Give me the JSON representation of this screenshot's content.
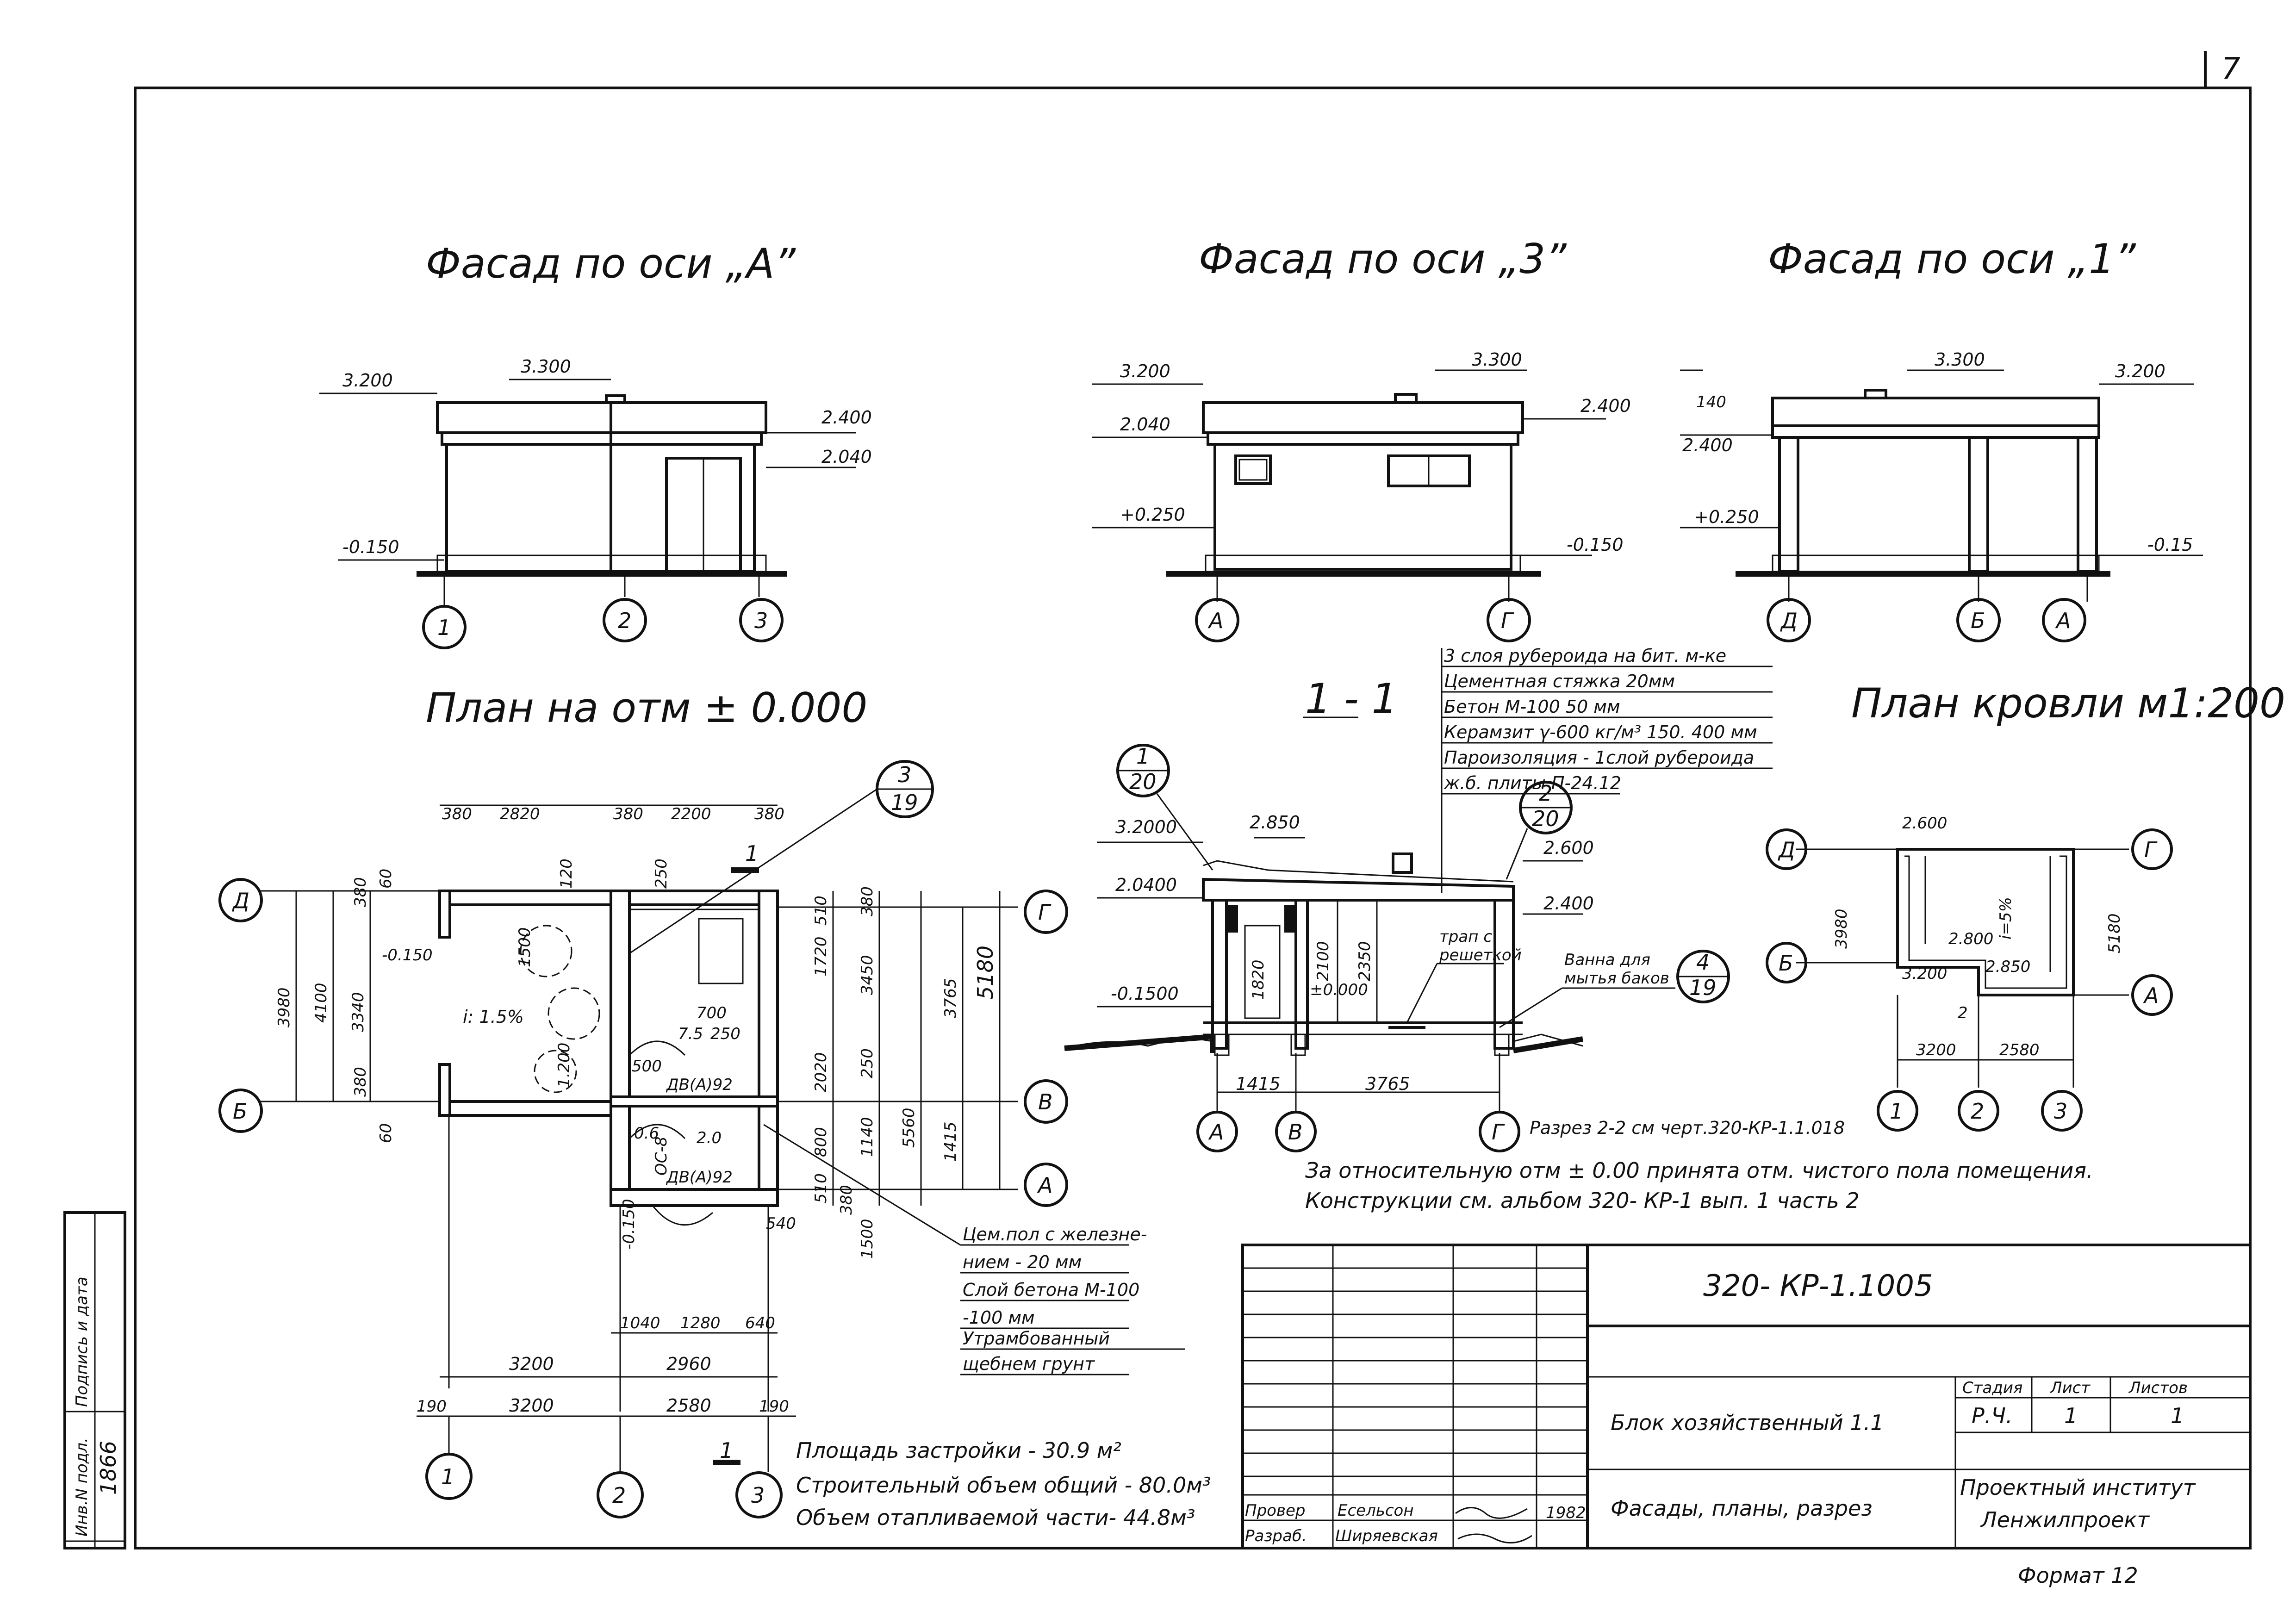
{
  "sheet": {
    "sheet_no": "7",
    "format": "Формат 12"
  },
  "facades": [
    {
      "title": "Фасад по оси „А”",
      "marks": [
        "3.200",
        "3.300",
        "2.400",
        "2.040",
        "-0.150"
      ],
      "axes": [
        "1",
        "2",
        "3"
      ]
    },
    {
      "title": "Фасад по оси „3”",
      "marks": [
        "3.200",
        "2.040",
        "+0.250",
        "3.300",
        "2.400",
        "-0.150"
      ],
      "axes": [
        "А",
        "Г"
      ]
    },
    {
      "title": "Фасад по оси „1”",
      "marks": [
        "140",
        "2.400",
        "+0.250",
        "3.300",
        "3.200",
        "-0.15"
      ],
      "axes": [
        "Д",
        "Б",
        "А"
      ]
    }
  ],
  "plan": {
    "title": "План на отм ± 0.000",
    "top_dims": [
      "380",
      "2820",
      "380",
      "2200",
      "380"
    ],
    "left_dims": [
      "3980",
      "4100",
      "3340",
      "380",
      "60",
      "380",
      "60"
    ],
    "right_dims": [
      "3765",
      "5180",
      "5560",
      "3450",
      "1415",
      "1720",
      "2020",
      "250",
      "1140",
      "1500",
      "380",
      "510",
      "380",
      "540",
      "800",
      "510"
    ],
    "bottom_dims": [
      "1040",
      "1280",
      "640",
      "3200",
      "2960",
      "190",
      "3200",
      "2580",
      "190"
    ],
    "inner_labels": [
      "-0.150",
      "i: 1.5%",
      "1500",
      "120",
      "250",
      "700",
      "7.5",
      "250",
      "500",
      "1.200",
      "ДВ(А)92",
      "ДВ(А)92",
      "ОС-8",
      "0.6",
      "2.0",
      "-0.150"
    ],
    "axes_left": [
      "Д",
      "Б"
    ],
    "axes_right": [
      "Г",
      "В",
      "А"
    ],
    "axes_bottom": [
      "1",
      "2",
      "3"
    ],
    "callout": {
      "num": "3",
      "sheet": "19"
    },
    "cut_mark": "1",
    "floor_notes": [
      "Цем.пол с железне-",
      "нием    - 20 мм",
      "Слой бетона М-100",
      "-100 мм",
      "Утрамбованный",
      "щебнем грунт"
    ]
  },
  "section": {
    "title": "1 - 1",
    "layers": [
      "3 слоя рубероида на бит. м-ке",
      "Цементная стяжка 20мм",
      "Бетон М-100        50 мм",
      "Керамзит γ-600 кг/м³ 150. 400 мм",
      "Пароизоляция - 1слой рубероида",
      "ж.б. плиты   П-24.12"
    ],
    "marks": [
      "3.2000",
      "2.850",
      "2.0400",
      "-0.1500",
      "2.600",
      "2.400",
      "1820",
      "2100",
      "2350",
      "±0.000"
    ],
    "callouts": [
      {
        "num": "1",
        "sheet": "20"
      },
      {
        "num": "2",
        "sheet": "20"
      },
      {
        "num": "4",
        "sheet": "19"
      }
    ],
    "notes": [
      "трап с",
      "решеткой",
      "Ванна для",
      "мытья баков"
    ],
    "dims": [
      "1415",
      "3765"
    ],
    "axes": [
      "А",
      "В",
      "Г"
    ],
    "ref": "Разрез 2-2 см черт.320-КР-1.1.018"
  },
  "roof_plan": {
    "title": "План кровли  м1:200",
    "marks": [
      "2.600",
      "2.800",
      "3.200",
      "2.850",
      "i=5%",
      "2"
    ],
    "dims": [
      "3980",
      "5180",
      "3200",
      "2580"
    ],
    "axes": [
      "Д",
      "Б",
      "Г",
      "А",
      "1",
      "2",
      "3"
    ]
  },
  "notes": [
    "За относительную отм ± 0.00 принята отм. чистого пола  помещения.",
    "Конструкции см. альбом  320- КР-1  вып. 1  часть 2"
  ],
  "areas": [
    "Площадь застройки    - 30.9 м²",
    "Строительный объем общий - 80.0м³",
    "Объем отапливаемой части- 44.8м³"
  ],
  "title_block": {
    "code": "320- КР-1.1005",
    "name": "Блок хозяйственный 1.1",
    "subtitle": "Фасады, планы, разрез",
    "stage_h": "Стадия",
    "sheet_h": "Лист",
    "sheets_h": "Листов",
    "stage": "Р.Ч.",
    "sheet": "1",
    "sheets": "1",
    "org1": "Проектный институт",
    "org2": "Ленжилпроект",
    "roles": [
      "Провер",
      "Разраб."
    ],
    "people": [
      "Есельсон",
      "Ширяевская"
    ],
    "year": "1982"
  },
  "side_stamp": {
    "inv": "Инв.N подл.",
    "sign": "Подпись и дата",
    "inv_no": "1866"
  }
}
